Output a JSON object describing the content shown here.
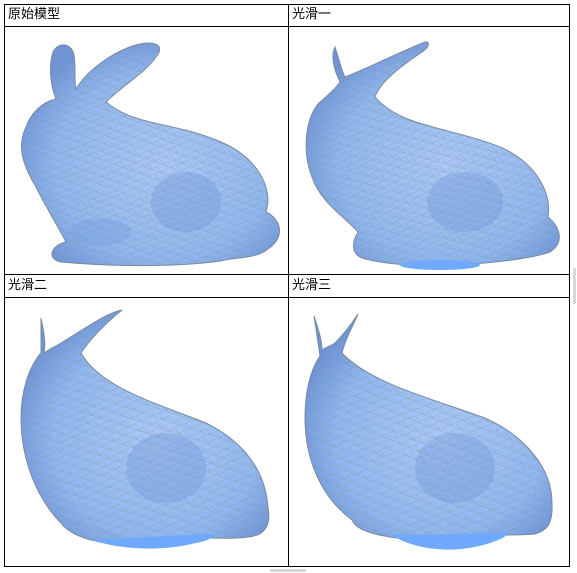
{
  "cells": [
    {
      "label": "原始模型"
    },
    {
      "label": "光滑一"
    },
    {
      "label": "光滑二"
    },
    {
      "label": "光滑三"
    }
  ],
  "colors": {
    "mesh_fill": "#8fb8f0",
    "mesh_shadow": "#6c94d8",
    "mesh_highlight": "#b6d2fa",
    "wire": "#8a8f9a",
    "border": "#000000"
  }
}
